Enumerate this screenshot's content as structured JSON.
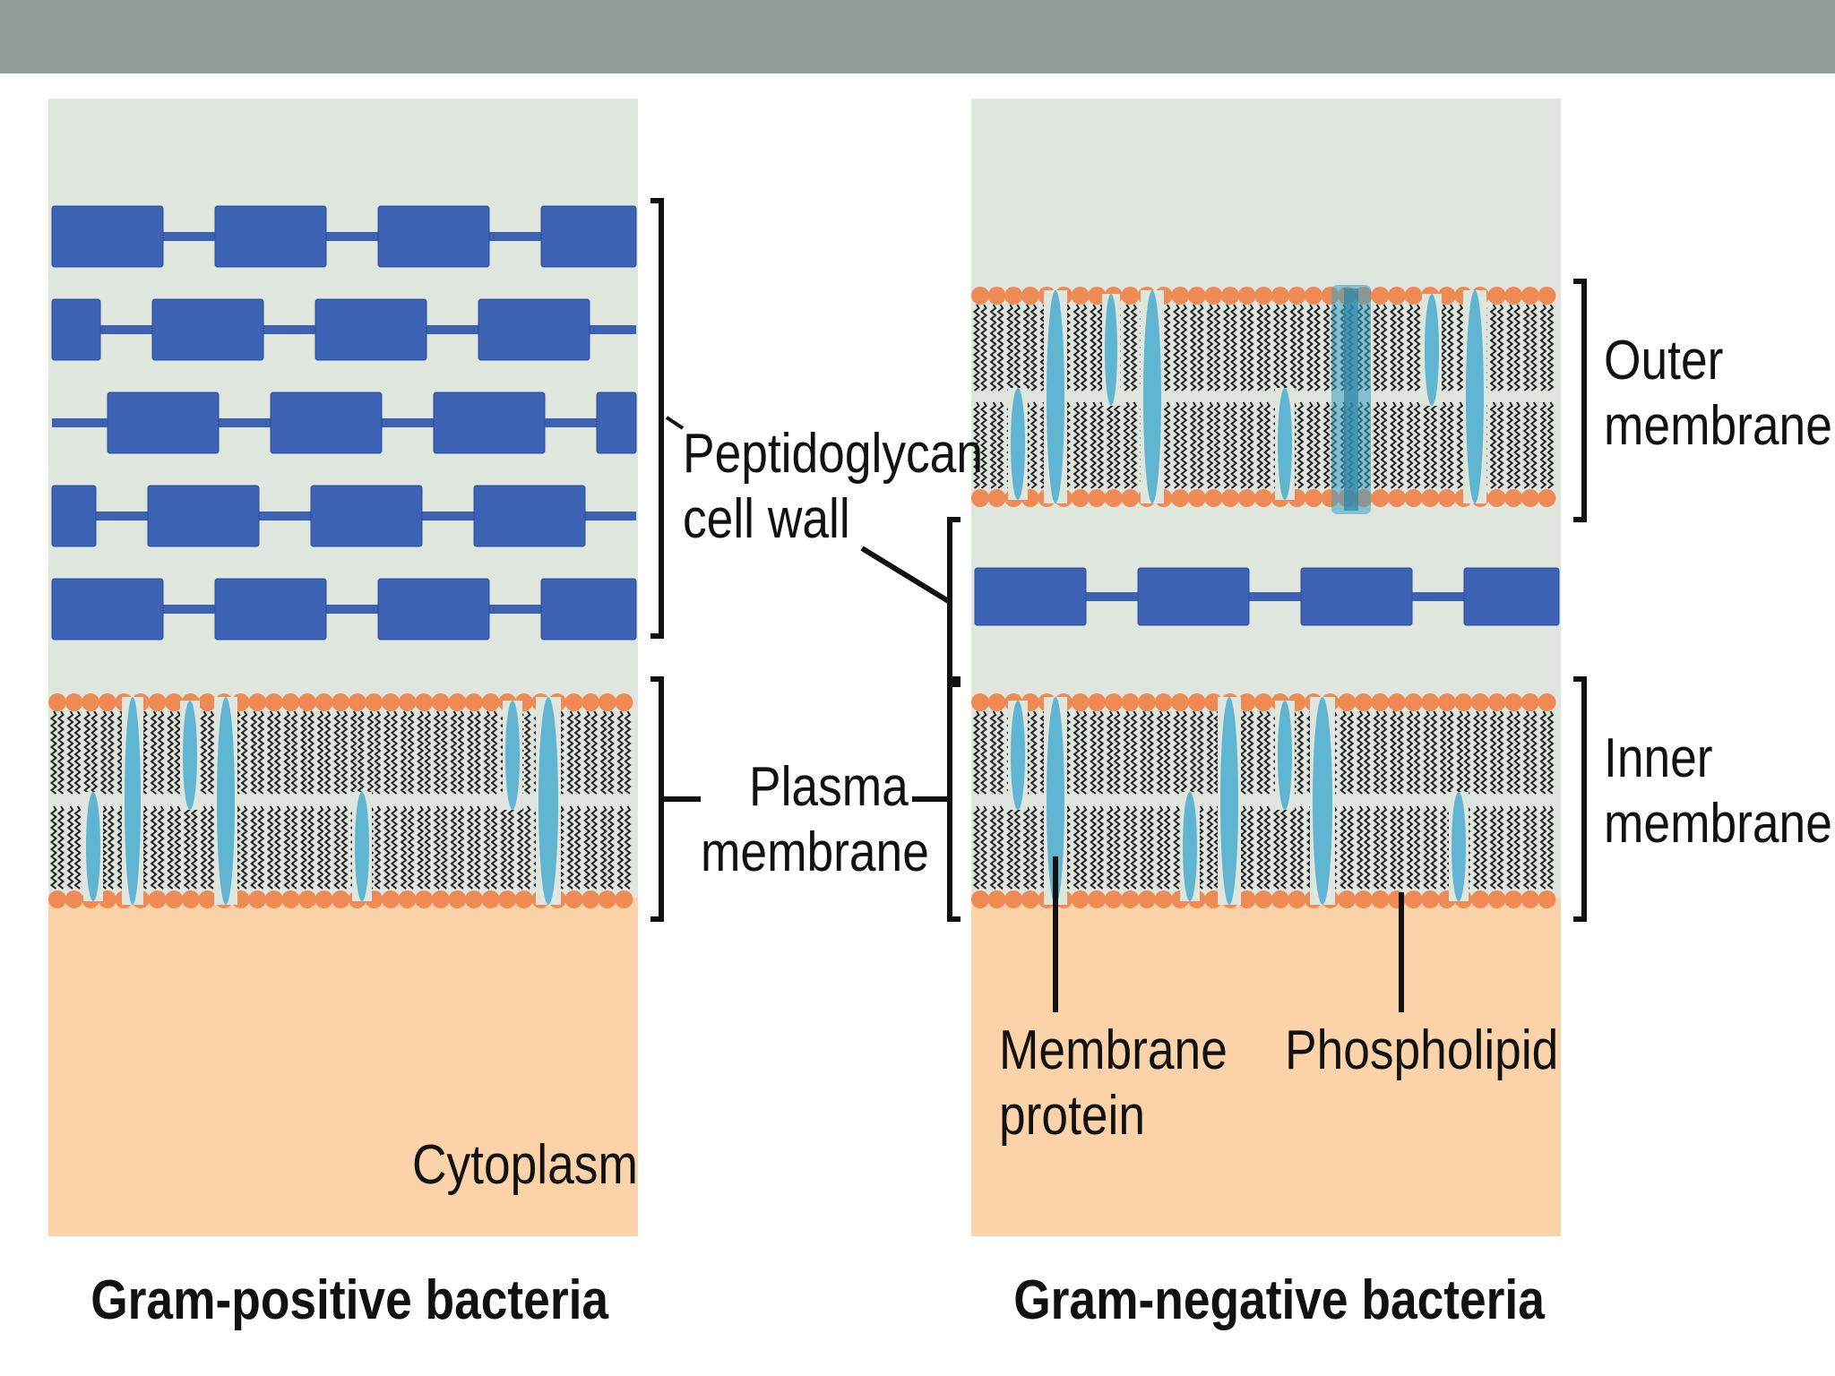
{
  "colors": {
    "top_bar": "#929f96",
    "wall_background": "#dfe6dd",
    "cytoplasm": "#fcd2a9",
    "peptidoglycan": "#3c62b3",
    "phospholipid_head": "#f08a55",
    "phospholipid_tail": "#222222",
    "membrane_protein": "#5fb5d2",
    "porin": "#3aa0c4",
    "label_text": "#111111"
  },
  "gram_positive": {
    "caption": "Gram-positive bacteria",
    "cytoplasm_label": "Cytoplasm",
    "peptidoglycan_layers": 5
  },
  "gram_negative": {
    "caption": "Gram-negative bacteria",
    "outer_membrane_label": [
      "Outer",
      "membrane"
    ],
    "inner_membrane_label": [
      "Inner",
      "membrane"
    ],
    "membrane_protein_label": [
      "Membrane",
      "protein"
    ],
    "phospholipid_label": "Phospholipid",
    "peptidoglycan_layers": 1
  },
  "shared_labels": {
    "peptidoglycan_label": [
      "Peptidoglycan",
      "cell wall"
    ],
    "plasma_membrane_label": [
      "Plasma",
      "membrane"
    ]
  }
}
